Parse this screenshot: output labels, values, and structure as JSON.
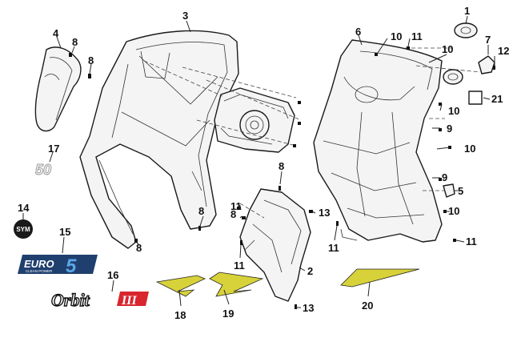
{
  "callouts": {
    "c1": "1",
    "c2": "2",
    "c3": "3",
    "c4": "4",
    "c5": "5",
    "c6": "6",
    "c7": "7",
    "c8a": "8",
    "c8b": "8",
    "c8c": "8",
    "c8d": "8",
    "c8e": "8",
    "c8f": "8",
    "c9a": "9",
    "c9b": "9",
    "c10a": "10",
    "c10b": "10",
    "c10c": "10",
    "c10d": "10",
    "c10e": "10",
    "c11a": "11",
    "c11b": "11",
    "c11c": "11",
    "c11d": "11",
    "c11e": "11",
    "c12": "12",
    "c13a": "13",
    "c13b": "13",
    "c14": "14",
    "c15": "15",
    "c16": "16",
    "c17": "17",
    "c18": "18",
    "c19": "19",
    "c20": "20",
    "c21": "21"
  },
  "decals": {
    "badge_50": "50",
    "sym_logo": "SYM",
    "euro_text": "EURO",
    "euro_number": "5",
    "clean_power": "CLEAN POWER",
    "orbit_text": "Orbit",
    "orbit_numeral": "III"
  },
  "colors": {
    "decal_yellow": "#d8d23a",
    "euro_blue": "#1f6fb5",
    "orbit_red": "#d8252e"
  }
}
